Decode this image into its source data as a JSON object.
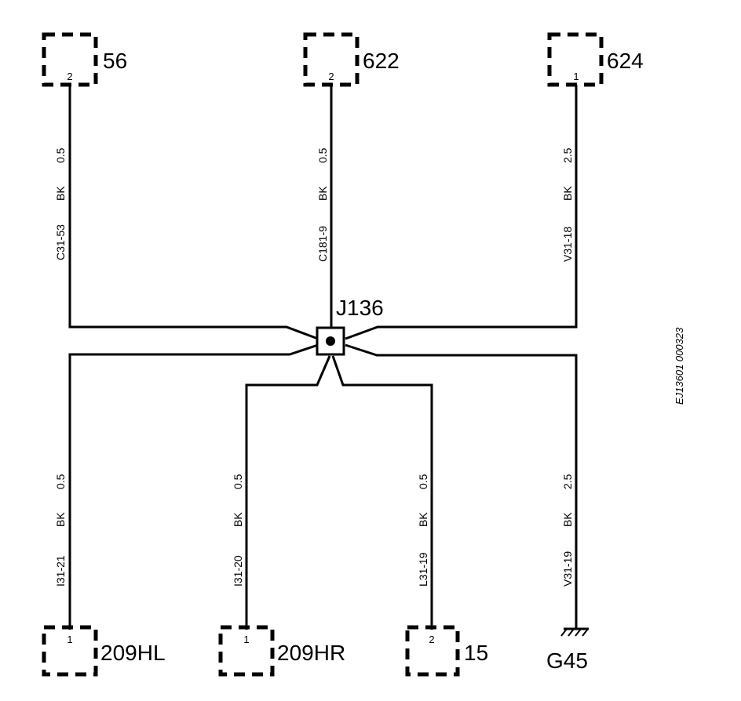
{
  "connectors": {
    "c56": {
      "label": "56",
      "pin": "2"
    },
    "c622": {
      "label": "622",
      "pin": "2"
    },
    "c624": {
      "label": "624",
      "pin": "1"
    },
    "c209hl": {
      "label": "209HL",
      "pin": "1"
    },
    "c209hr": {
      "label": "209HR",
      "pin": "1"
    },
    "c15": {
      "label": "15",
      "pin": "2"
    }
  },
  "junction": {
    "label": "J136"
  },
  "ground": {
    "label": "G45"
  },
  "wires": {
    "w56": {
      "circuit": "C31-53",
      "color": "BK",
      "size": "0.5"
    },
    "w622": {
      "circuit": "C181-9",
      "color": "BK",
      "size": "0.5"
    },
    "w624": {
      "circuit": "V31-18",
      "color": "BK",
      "size": "2.5"
    },
    "w209hl": {
      "circuit": "I31-21",
      "color": "BK",
      "size": "0.5"
    },
    "w209hr": {
      "circuit": "I31-20",
      "color": "BK",
      "size": "0.5"
    },
    "w15": {
      "circuit": "L31-19",
      "color": "BK",
      "size": "0.5"
    },
    "wg45": {
      "circuit": "V31-19",
      "color": "BK",
      "size": "2.5"
    }
  },
  "reference": "EJ13601 000323"
}
